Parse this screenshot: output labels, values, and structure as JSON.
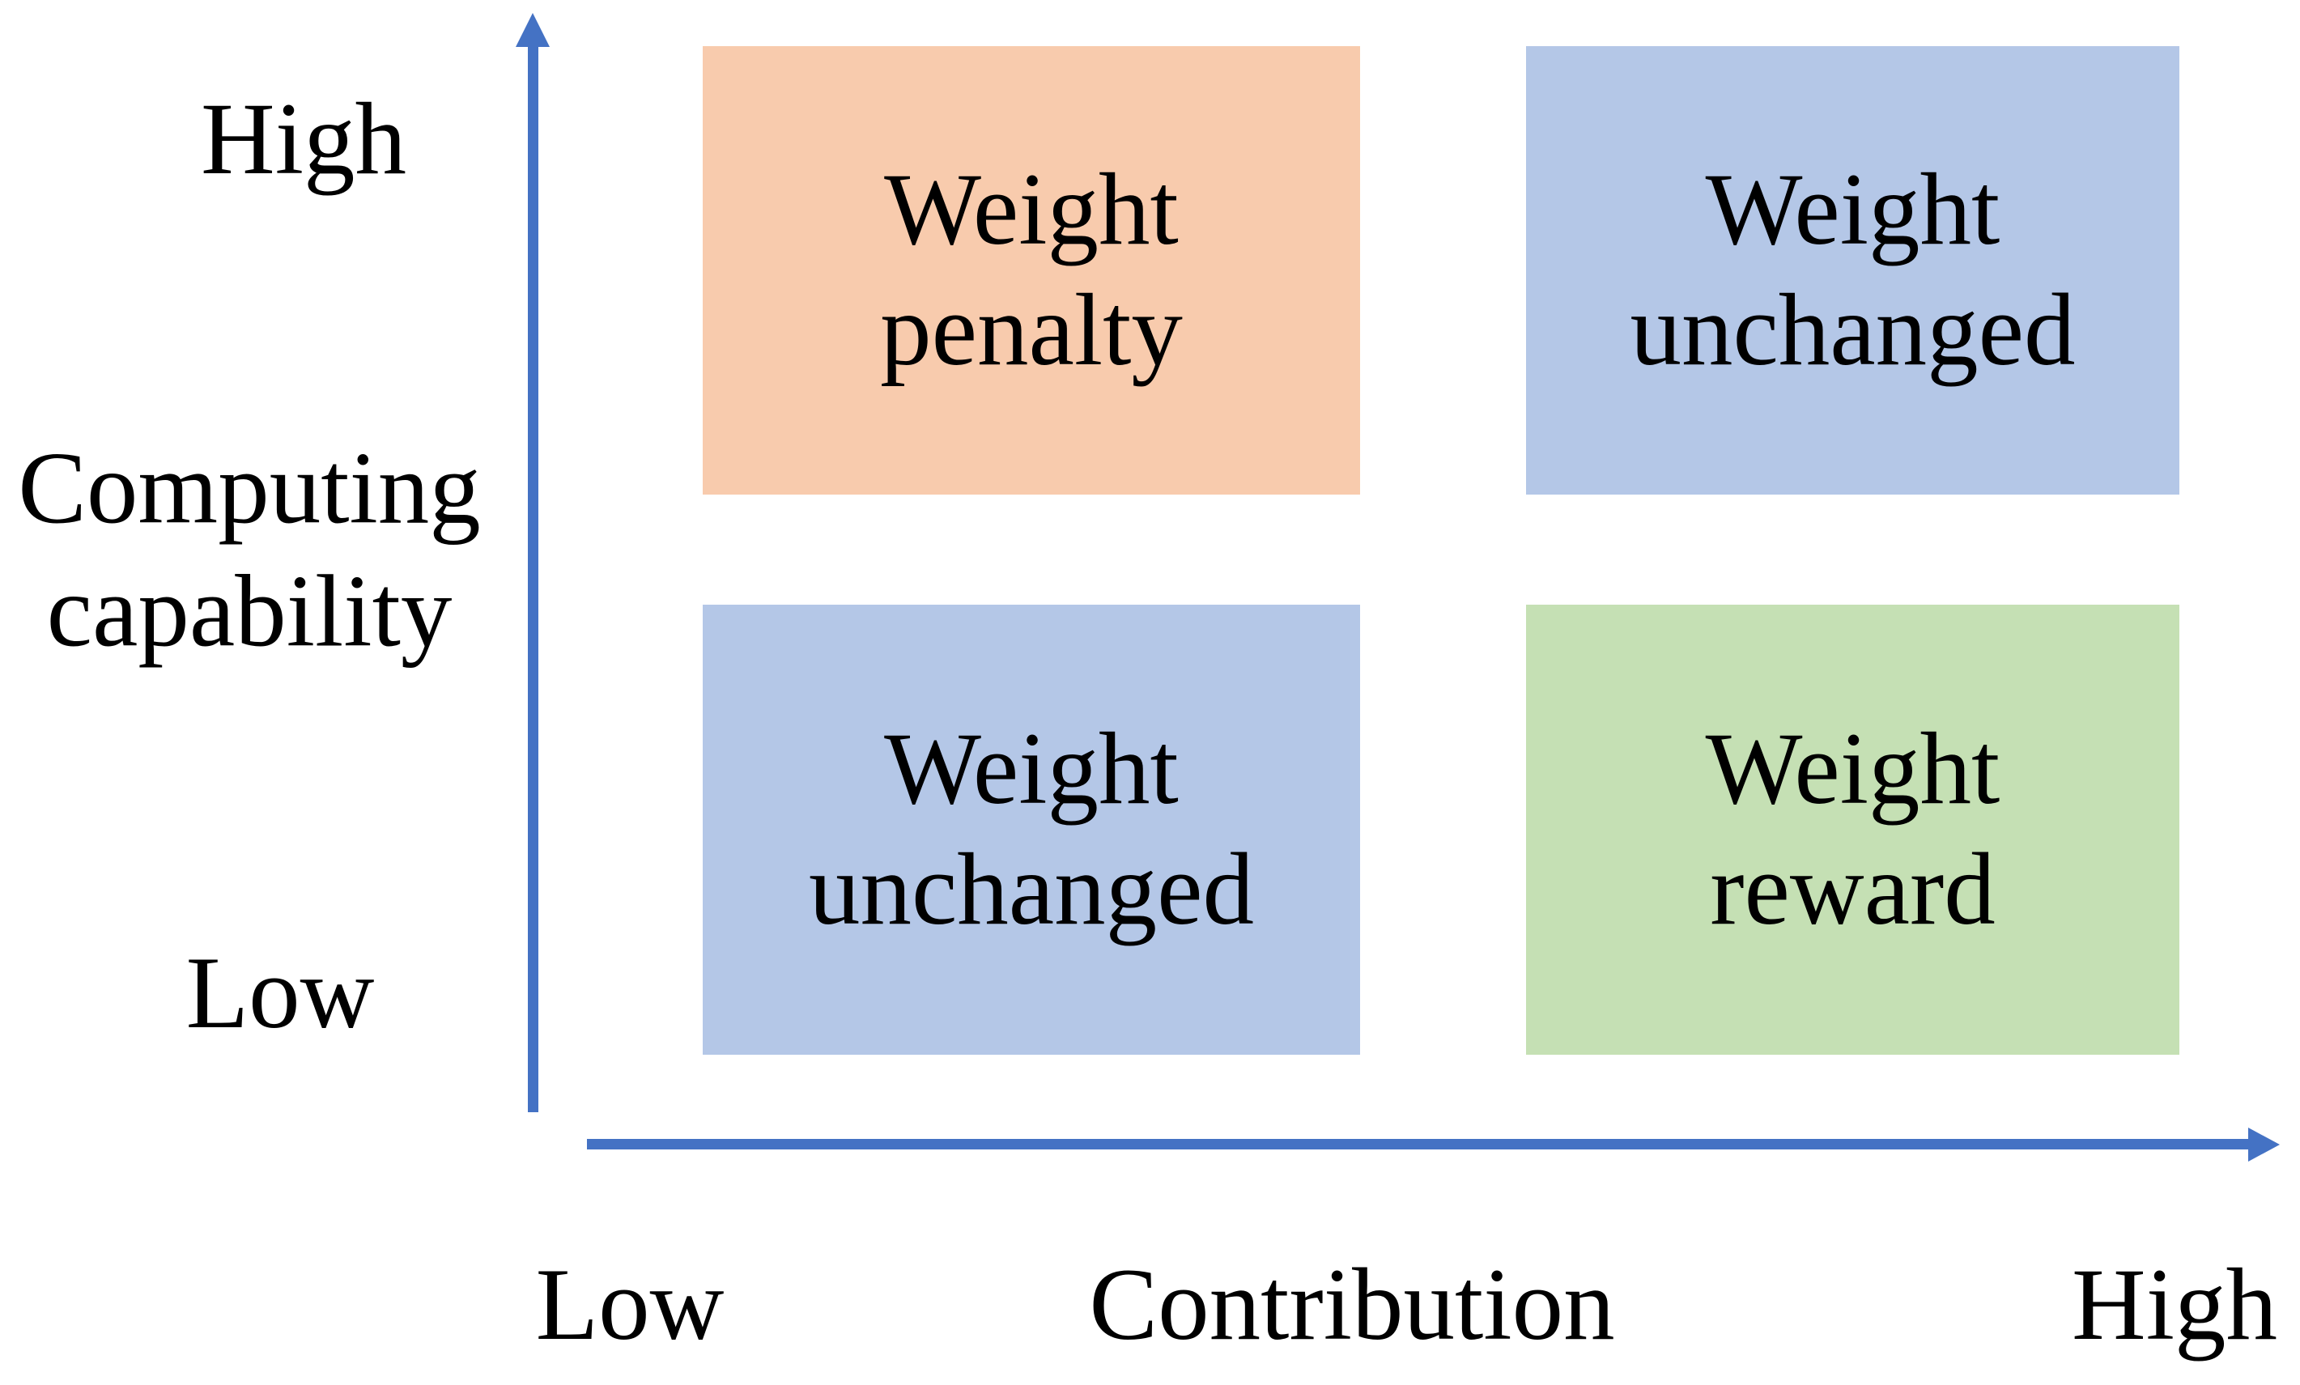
{
  "diagram": {
    "y_axis": {
      "title": "Computing\ncapability",
      "high_label": "High",
      "low_label": "Low"
    },
    "x_axis": {
      "title": "Contribution",
      "low_label": "Low",
      "high_label": "High"
    },
    "quadrants": {
      "top_left": {
        "position": "high capability / low contribution",
        "label": "Weight\npenalty",
        "fill": "#F8CBAD"
      },
      "top_right": {
        "position": "high capability / high contribution",
        "label": "Weight\nunchanged",
        "fill": "#B4C7E7"
      },
      "bottom_left": {
        "position": "low capability / low contribution",
        "label": "Weight\nunchanged",
        "fill": "#B4C7E7"
      },
      "bottom_right": {
        "position": "low capability / high contribution",
        "label": "Weight\nreward",
        "fill": "#C5E0B4"
      }
    },
    "colors": {
      "axis": "#4472C4",
      "text": "#000000",
      "background": "#FFFFFF"
    }
  }
}
